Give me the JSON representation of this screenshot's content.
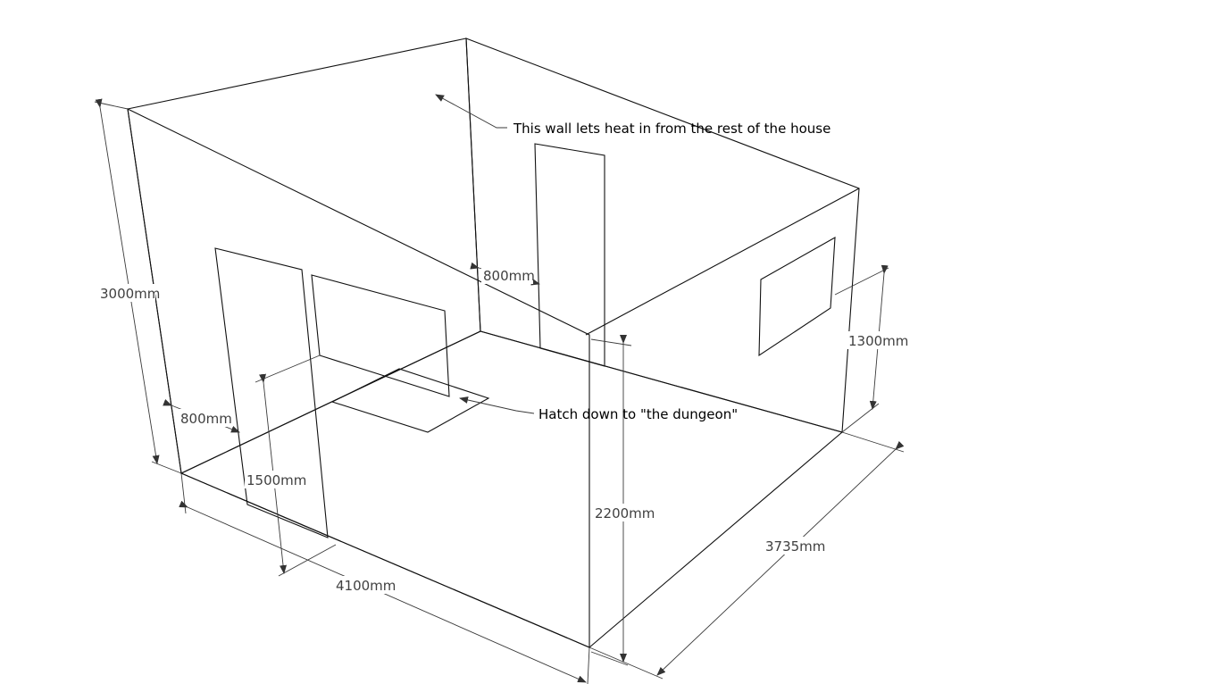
{
  "colors": {
    "back_wall": "#b2b2cf",
    "right_wall": "#bdbde3",
    "floor": "#adadc4",
    "window_glass": "#9bbccf",
    "door_opening": "#ffffff",
    "edge": "#111111",
    "dimension_text": "#404040"
  },
  "dimensions": {
    "wall_height": "3000mm",
    "door_left_gap": "800mm",
    "window_sill_height": "1500mm",
    "length_front": "4100mm",
    "door_back_gap": "800mm",
    "door_height": "2200mm",
    "width_right": "3735mm",
    "right_window_sill_height": "1300mm"
  },
  "annotations": {
    "heat_wall": "This wall lets heat in from the rest of the house",
    "hatch": "Hatch down to \"the dungeon\""
  }
}
